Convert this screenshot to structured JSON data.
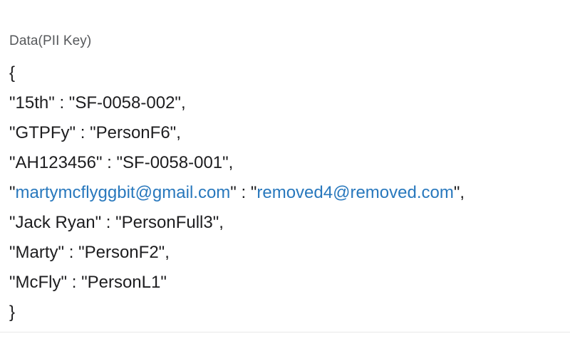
{
  "label": "Data(PII Key)",
  "json_view": {
    "open_brace": "{",
    "close_brace": "}",
    "punctuation": {
      "quote": "\"",
      "separator": " : ",
      "comma": ","
    },
    "entries": [
      {
        "key": "15th",
        "value": "SF-0058-002",
        "comma": ",",
        "link": false
      },
      {
        "key": "GTPFy",
        "value": "PersonF6",
        "comma": ",",
        "link": false
      },
      {
        "key": "AH123456",
        "value": "SF-0058-001",
        "comma": ",",
        "link": false
      },
      {
        "key": "martymcflyggbit@gmail.com",
        "value": "removed4@removed.com",
        "comma": ",",
        "link": true
      },
      {
        "key": "Jack Ryan",
        "value": "PersonFull3",
        "comma": ",",
        "link": false
      },
      {
        "key": "Marty",
        "value": "PersonF2",
        "comma": ",",
        "link": false
      },
      {
        "key": "McFly",
        "value": "PersonL1",
        "comma": "",
        "link": false
      }
    ]
  },
  "colors": {
    "background": "#ffffff",
    "text": "#1d1d1f",
    "label": "#56585b",
    "link": "#2878bd",
    "divider": "#e8e8e8"
  }
}
